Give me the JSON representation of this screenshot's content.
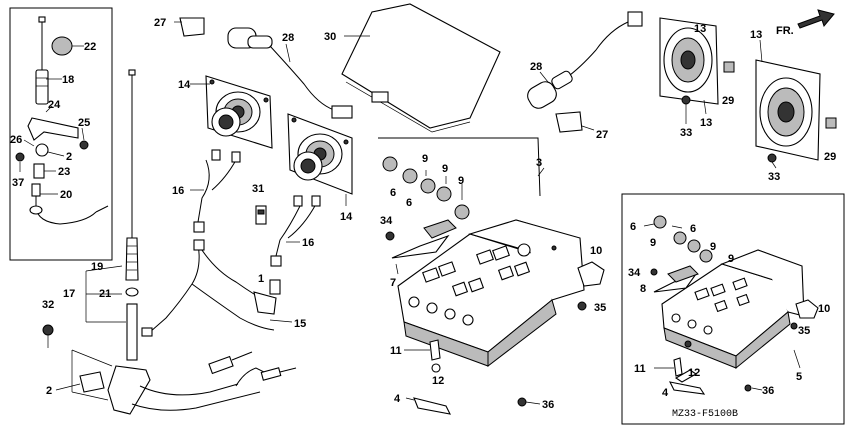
{
  "diagram_code": "MZ33-F5100B",
  "direction_label": "FR.",
  "callouts": {
    "c1": "1",
    "c2a": "2",
    "c2b": "2",
    "c3": "3",
    "c4a": "4",
    "c4b": "4",
    "c5": "5",
    "c6a": "6",
    "c6b": "6",
    "c6c": "6",
    "c6d": "6",
    "c7": "7",
    "c8": "8",
    "c9a": "9",
    "c9b": "9",
    "c9c": "9",
    "c9d": "9",
    "c9e": "9",
    "c9f": "9",
    "c10a": "10",
    "c10b": "10",
    "c11a": "11",
    "c11b": "11",
    "c12a": "12",
    "c12b": "12",
    "c13a": "13",
    "c13b": "13",
    "c13c": "13",
    "c14a": "14",
    "c14b": "14",
    "c15": "15",
    "c16a": "16",
    "c16b": "16",
    "c17": "17",
    "c18": "18",
    "c19": "19",
    "c20": "20",
    "c21": "21",
    "c22": "22",
    "c23": "23",
    "c24": "24",
    "c25": "25",
    "c26": "26",
    "c27a": "27",
    "c27b": "27",
    "c28a": "28",
    "c28b": "28",
    "c29a": "29",
    "c29b": "29",
    "c30": "30",
    "c31": "31",
    "c32": "32",
    "c33a": "33",
    "c33b": "33",
    "c34a": "34",
    "c34b": "34",
    "c35a": "35",
    "c35b": "35",
    "c36a": "36",
    "c36b": "36",
    "c37": "37"
  }
}
